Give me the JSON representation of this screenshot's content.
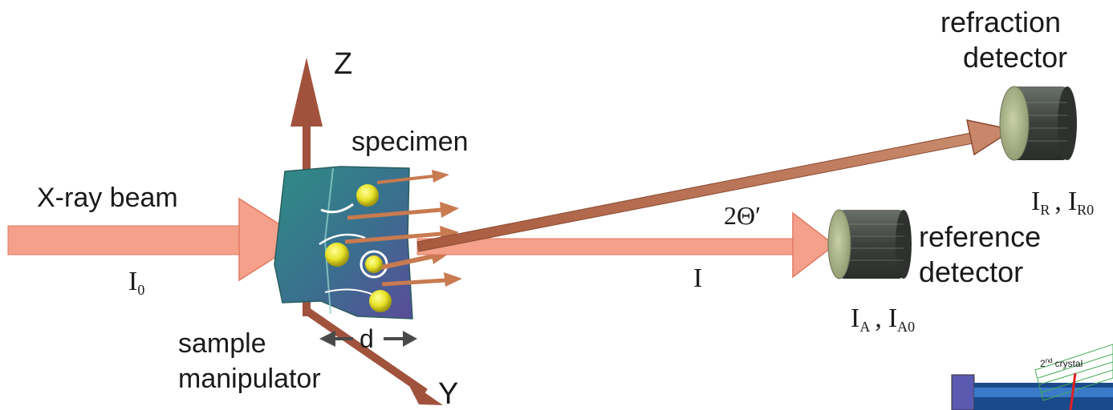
{
  "labels": {
    "refraction_detector_line1": "refraction",
    "refraction_detector_line2": "detector",
    "reference_detector_line1": "reference",
    "reference_detector_line2": "detector",
    "xray_beam": "X-ray beam",
    "specimen": "specimen",
    "sample_manipulator_line1": "sample",
    "sample_manipulator_line2": "manipulator",
    "z_axis": "Z",
    "y_axis": "Y",
    "d": "d",
    "angle": "2Θ′",
    "intensity_transmitted": "I",
    "intensity_incident": "I",
    "intensity_incident_sub": "0",
    "ir_main": "I",
    "ir_sub": "R",
    "ir0_main": "I",
    "ir0_sub": "R0",
    "ia_main": "I",
    "ia_sub": "A",
    "ia0_main": "I",
    "ia0_sub": "A0",
    "comma": ",",
    "crystal_sup": "nd",
    "crystal_num": "2",
    "crystal_text": "crystal"
  },
  "colors": {
    "beam_fill": "#f4a08a",
    "beam_stroke": "#e07a63",
    "refracted_beam": "#b86a4e",
    "axis_arrow": "#a0523d",
    "detector_face": "#a8b08a",
    "detector_body": "#4a4f4a",
    "specimen_fill": "#3a8a8a",
    "particle": "#e8e830"
  }
}
